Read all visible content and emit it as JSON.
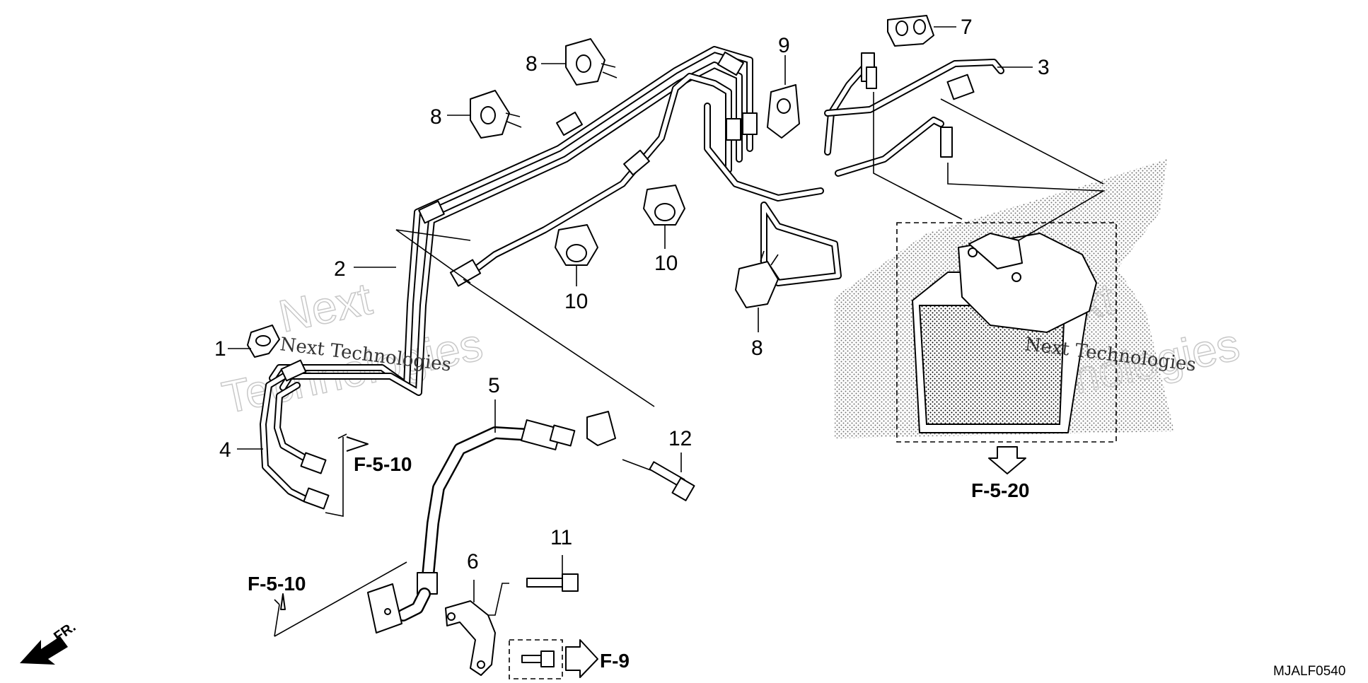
{
  "callouts": [
    {
      "id": "c1",
      "label": "1"
    },
    {
      "id": "c2",
      "label": "2"
    },
    {
      "id": "c3",
      "label": "3"
    },
    {
      "id": "c4",
      "label": "4"
    },
    {
      "id": "c5",
      "label": "5"
    },
    {
      "id": "c6",
      "label": "6"
    },
    {
      "id": "c7",
      "label": "7"
    },
    {
      "id": "c8a",
      "label": "8"
    },
    {
      "id": "c8b",
      "label": "8"
    },
    {
      "id": "c8c",
      "label": "8"
    },
    {
      "id": "c9",
      "label": "9"
    },
    {
      "id": "c10a",
      "label": "10"
    },
    {
      "id": "c10b",
      "label": "10"
    },
    {
      "id": "c11",
      "label": "11"
    },
    {
      "id": "c12",
      "label": "12"
    }
  ],
  "references": {
    "f510_right": "F-5-10",
    "f510_left": "F-5-10",
    "f520": "F-5-20",
    "f9": "F-9"
  },
  "direction_label": "FR.",
  "diagram_code": "MJALF0540",
  "watermark": {
    "brand_left": "Next Technologies",
    "brand_right": "Next Technologies",
    "big_left": "Technologies",
    "big_right": "Technologies",
    "small_left": "Next",
    "small_right": "Next"
  }
}
